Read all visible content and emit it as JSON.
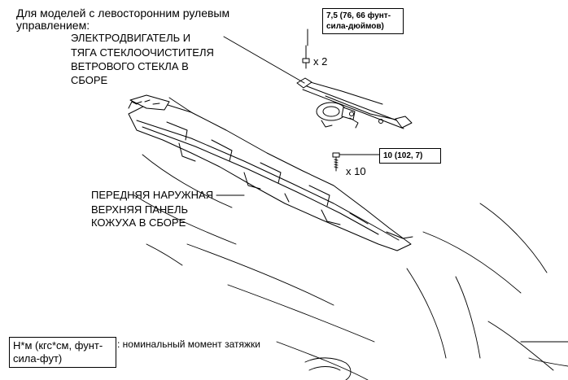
{
  "title_lines": [
    "Для моделей с левосторонним рулевым",
    "управлением:"
  ],
  "motor_label": [
    "ЭЛЕКТРОДВИГАТЕЛЬ И",
    "ТЯГА СТЕКЛООЧИСТИТЕЛЯ",
    "ВЕТРОВОГО СТЕКЛА В",
    "СБОРЕ"
  ],
  "panel_label": [
    "ПЕРЕДНЯЯ НАРУЖНАЯ",
    "ВЕРХНЯЯ ПАНЕЛЬ",
    "КОЖУХА В СБОРЕ"
  ],
  "torque_1": [
    "7,5 (76, 66 фунт-",
    "сила-дюймов)"
  ],
  "torque_2": "10 (102, 7)",
  "qty_1": "x 2",
  "qty_2": "x 10",
  "legend_box": [
    "Н*м (кгс*см, фунт-",
    "сила-фут)"
  ],
  "legend_text": ": номинальный момент затяжки"
}
